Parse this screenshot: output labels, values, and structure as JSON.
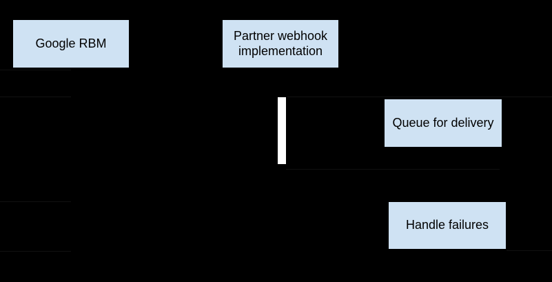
{
  "diagram": {
    "colors": {
      "background": "#000000",
      "node_fill": "#cfe2f3",
      "node_text": "#000000",
      "activation_bar": "#ffffff",
      "faint_line": "#111111"
    },
    "nodes": [
      {
        "id": "google-rbm",
        "label": "Google RBM"
      },
      {
        "id": "partner-webhook",
        "label": "Partner webhook implementation"
      },
      {
        "id": "queue-for-delivery",
        "label": "Queue for delivery"
      },
      {
        "id": "handle-failures",
        "label": "Handle failures"
      }
    ]
  }
}
